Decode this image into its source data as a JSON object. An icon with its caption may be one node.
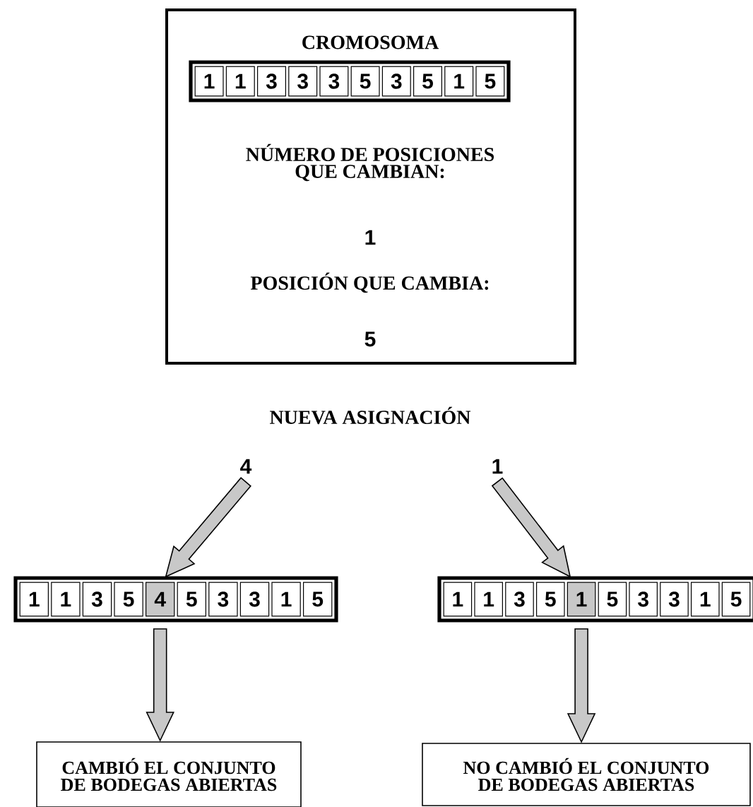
{
  "diagram": {
    "nodes": [
      {
        "text": [
          "CROMOSOMA",
          "NÚMERO DE POSICIONES QUE CAMBIAN:",
          "1",
          "POSICIÓN QUE CAMBIA:",
          "5"
        ]
      },
      {
        "text": [
          "1",
          "1",
          "3",
          "3",
          "3",
          "5",
          "3",
          "5",
          "1",
          "5"
        ],
        "in": 0
      },
      {
        "text": [
          "4"
        ]
      },
      {
        "text": [
          "1"
        ]
      },
      {
        "text": [
          "1",
          "1",
          "3",
          "5",
          "4",
          "5",
          "3",
          "3",
          "1",
          "5"
        ]
      },
      {
        "text": [
          "1",
          "1",
          "3",
          "5",
          "1",
          "5",
          "3",
          "3",
          "1",
          "5"
        ]
      },
      {
        "text": [
          "CAMBIÓ EL CONJUNTO DE BODEGAS ABIERTAS"
        ]
      },
      {
        "text": [
          "NO CAMBIÓ EL CONJUNTO DE BODEGAS ABIERTAS"
        ]
      }
    ],
    "edges": [
      {
        "from": 2,
        "to": 4,
        "arrow": "to"
      },
      {
        "from": 3,
        "to": 5,
        "arrow": "to"
      },
      {
        "from": 4,
        "to": 6,
        "arrow": "to"
      },
      {
        "from": 5,
        "to": 7,
        "arrow": "to"
      }
    ],
    "labels": [
      "NUEVA ASIGNACIÓN"
    ]
  }
}
